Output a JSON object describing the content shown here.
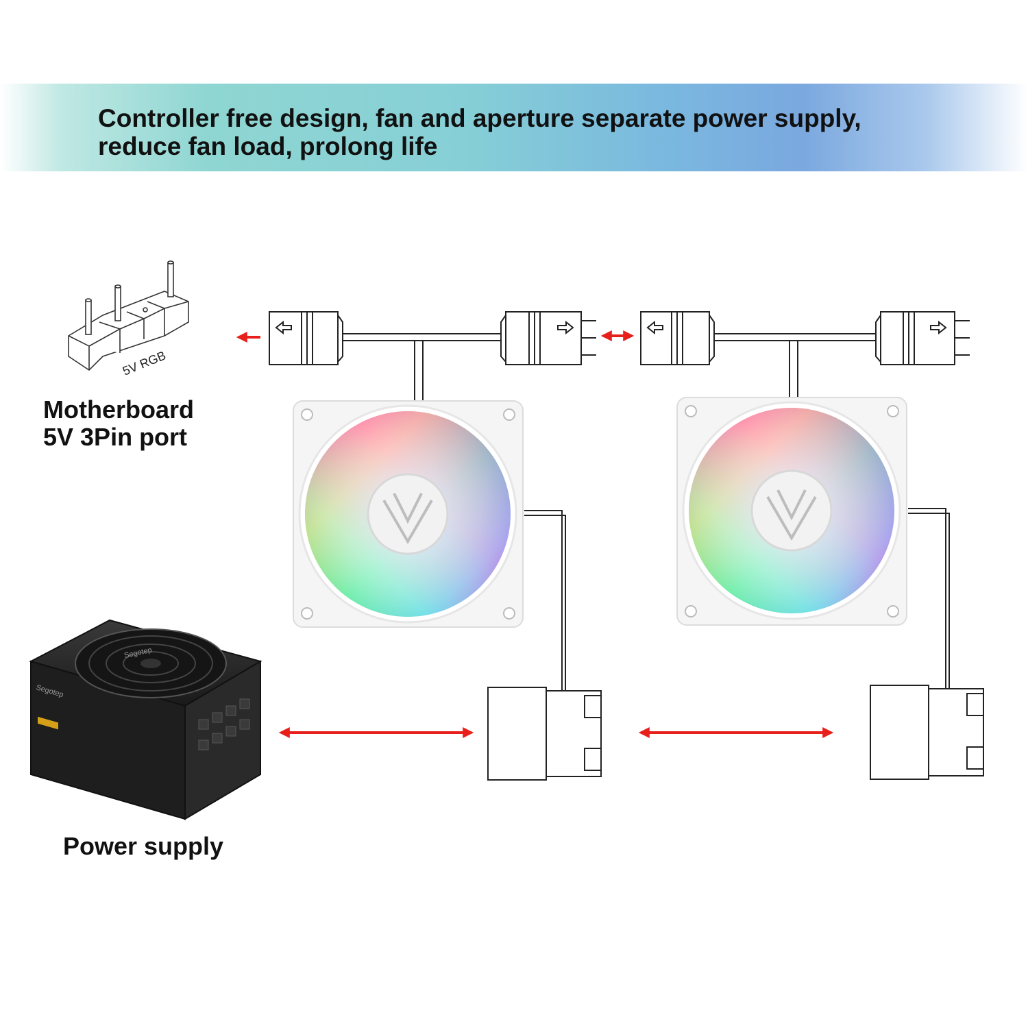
{
  "banner": {
    "line1": "Controller free design, fan and aperture separate power supply,",
    "line2": "reduce fan load, prolong life"
  },
  "motherboard": {
    "header_label": "5V RGB",
    "title_line1": "Motherboard",
    "title_line2": "5V 3Pin port"
  },
  "power_supply": {
    "title": "Power supply",
    "brand": "Segotep"
  },
  "colors": {
    "arrow": "#e8201c",
    "line": "#222222",
    "fan_frame": "#f4f4f4"
  }
}
